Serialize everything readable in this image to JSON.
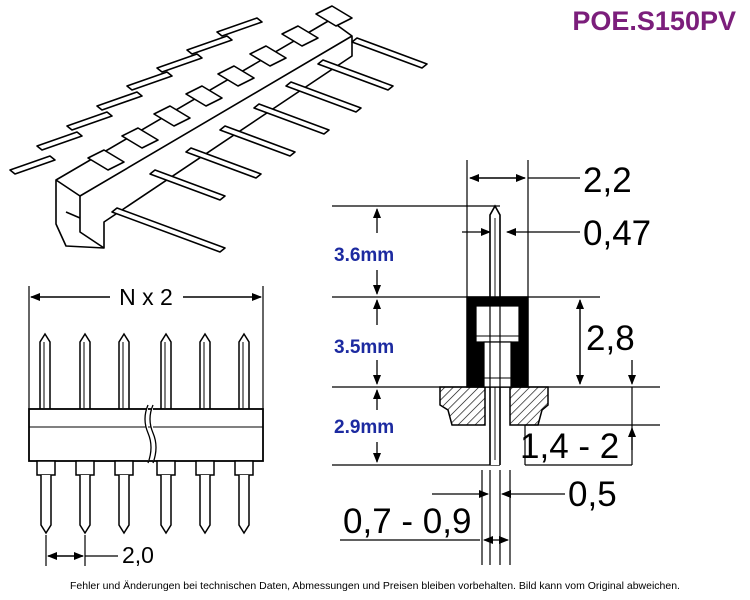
{
  "title": "POE.S150PV",
  "colors": {
    "title": "#7b1e7b",
    "metric_labels": "#1c2aa0",
    "lines": "#000000"
  },
  "drawing": {
    "front_view": {
      "width_label": "N x 2",
      "pitch_label": "2,0"
    },
    "side_view": {
      "labels_blue": {
        "upper_pin": "3.6mm",
        "housing": "3.5mm",
        "lower_pin": "2.9mm"
      },
      "dims": {
        "body_width": "2,2",
        "pin_width": "0,47",
        "housing_height": "2,8",
        "board_gap": "1,4 - 2",
        "pin_end": "0,5",
        "hole": "0,7 - 0,9"
      }
    }
  },
  "footer": "Fehler und Änderungen bei technischen Daten, Abmessungen und Preisen bleiben vorbehalten. Bild kann vom Original abweichen."
}
